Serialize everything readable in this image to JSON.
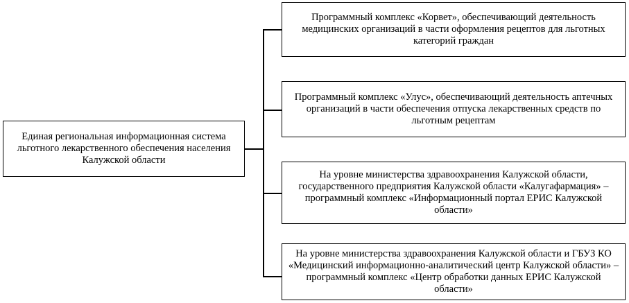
{
  "diagram": {
    "root": {
      "text": "Единая региональная информационная система льготного лекарственного обеспечения населения Калужской области"
    },
    "children": [
      {
        "text": "Программный комплекс «Корвет», обеспечивающий деятельность медицинских организаций в части оформления рецептов для льготных категорий граждан"
      },
      {
        "text": "Программный комплекс «Улус», обеспечивающий деятельность аптечных организаций в части обеспечения отпуска лекарственных средств по льготным рецептам"
      },
      {
        "text": "На уровне министерства здравоохранения Калужской области, государственного предприятия Калужской области «Калугафармация» – программный комплекс «Информационный портал ЕРИС Калужской области»"
      },
      {
        "text": "На уровне министерства здравоохранения Калужской области и ГБУЗ КО «Медицинский информационно-аналитический центр Калужской области» – программный комплекс «Центр обработки данных ЕРИС Калужской области»"
      }
    ],
    "colors": {
      "line": "#000000",
      "box_border": "#000000",
      "background": "#ffffff"
    }
  }
}
